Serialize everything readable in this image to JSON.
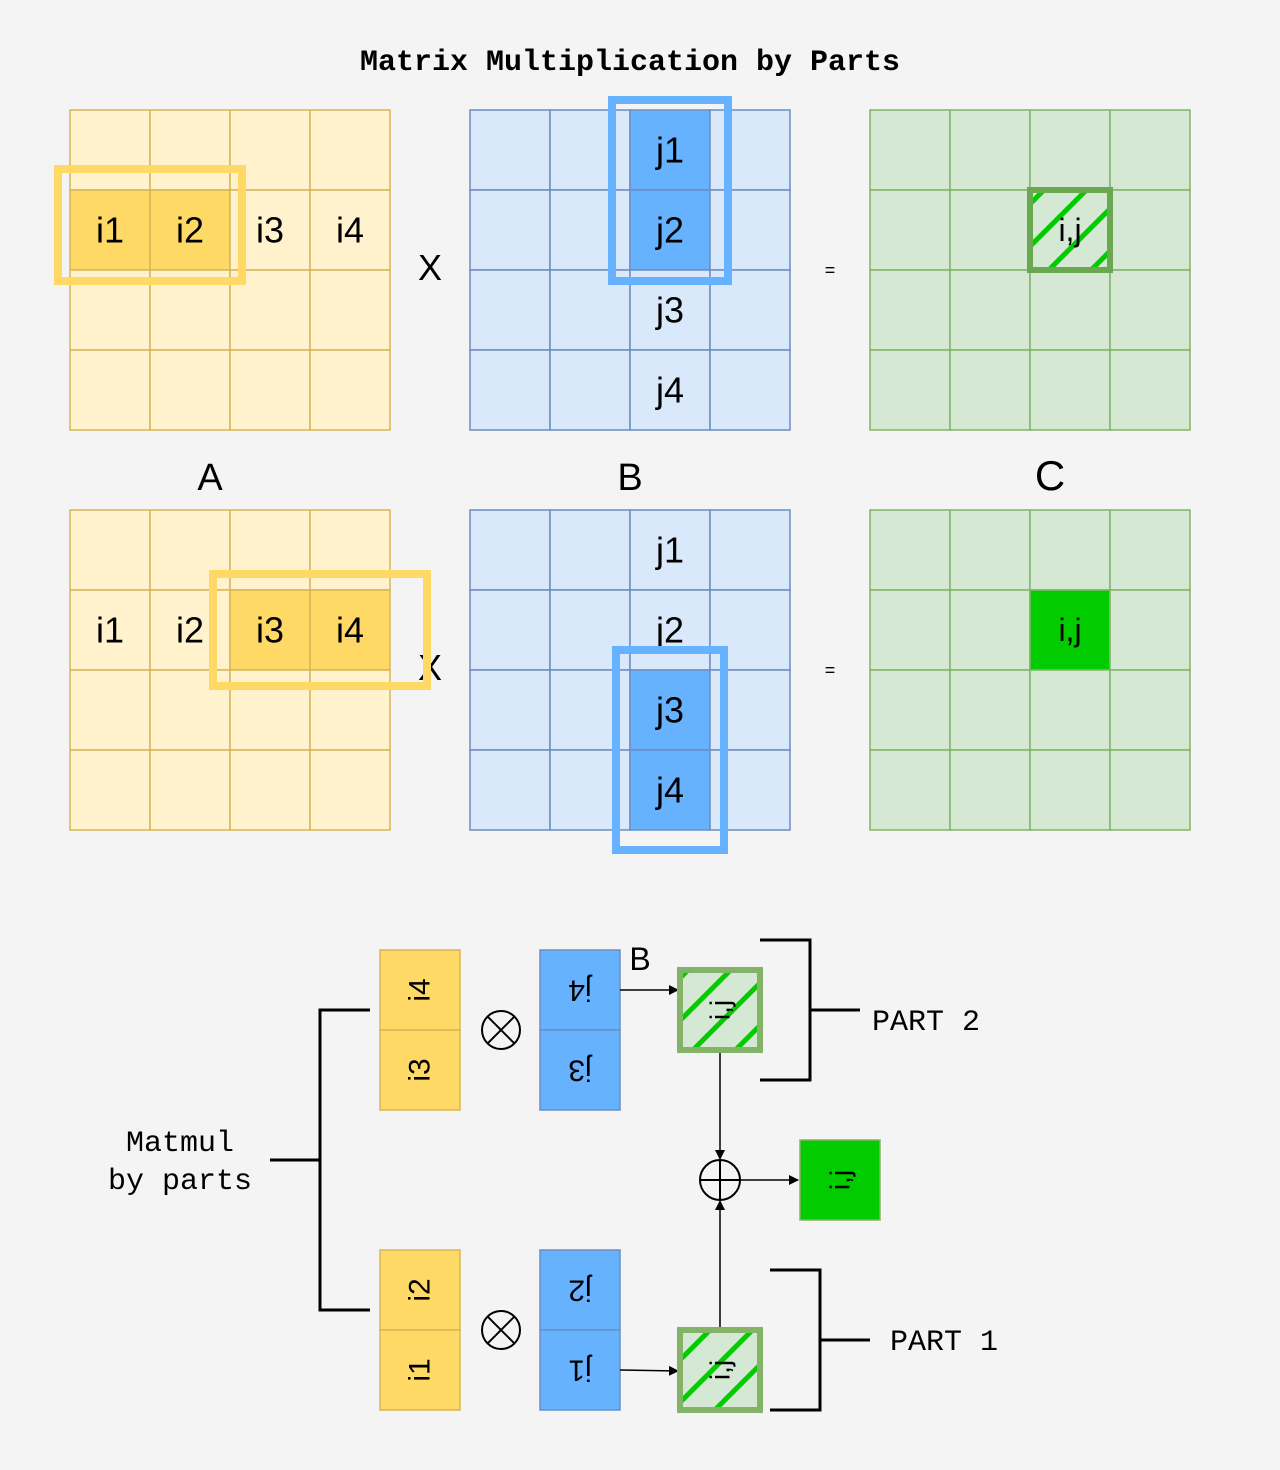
{
  "title": "Matrix Multiplication by Parts",
  "colors": {
    "background": "#f4f4f4",
    "a_fill": "#fff2cc",
    "a_stroke": "#d6b656",
    "a_hi": "#ffd966",
    "a_frame": "#ffd966",
    "b_fill": "#dae8fc",
    "b_stroke": "#6c8ebf",
    "b_hi": "#66b2ff",
    "b_frame": "#66b2ff",
    "c_fill": "#d5e8d4",
    "c_stroke": "#82b366",
    "c_result": "#00cc00",
    "c_frame": "#6aa84f"
  },
  "top": {
    "a_row_labels": [
      "i1",
      "i2",
      "i3",
      "i4"
    ],
    "b_col_labels": [
      "j1",
      "j2",
      "j3",
      "j4"
    ],
    "result_label": "i,j",
    "times": "X",
    "equals": "=",
    "matrix_names": [
      "A",
      "B",
      "C"
    ]
  },
  "bottom": {
    "a_row_labels": [
      "i1",
      "i2",
      "i3",
      "i4"
    ],
    "b_col_labels": [
      "j1",
      "j2",
      "j3",
      "j4"
    ],
    "result_label": "i,j",
    "times": "X",
    "equals": "="
  },
  "flow": {
    "root_label_line1": "Matmul",
    "root_label_line2": "by parts",
    "part2": {
      "a_top": "i4",
      "a_bottom": "i3",
      "b_top": "j4",
      "b_bottom": "j3",
      "partial": "i,j",
      "label": "PART 2"
    },
    "part1": {
      "a_top": "i2",
      "a_bottom": "i1",
      "b_top": "j2",
      "b_bottom": "j1",
      "partial": "i,j",
      "label": "PART 1"
    },
    "stray_label": "B",
    "result": "i,j",
    "multiply_icon": "circled-times",
    "add_icon": "circled-plus"
  }
}
